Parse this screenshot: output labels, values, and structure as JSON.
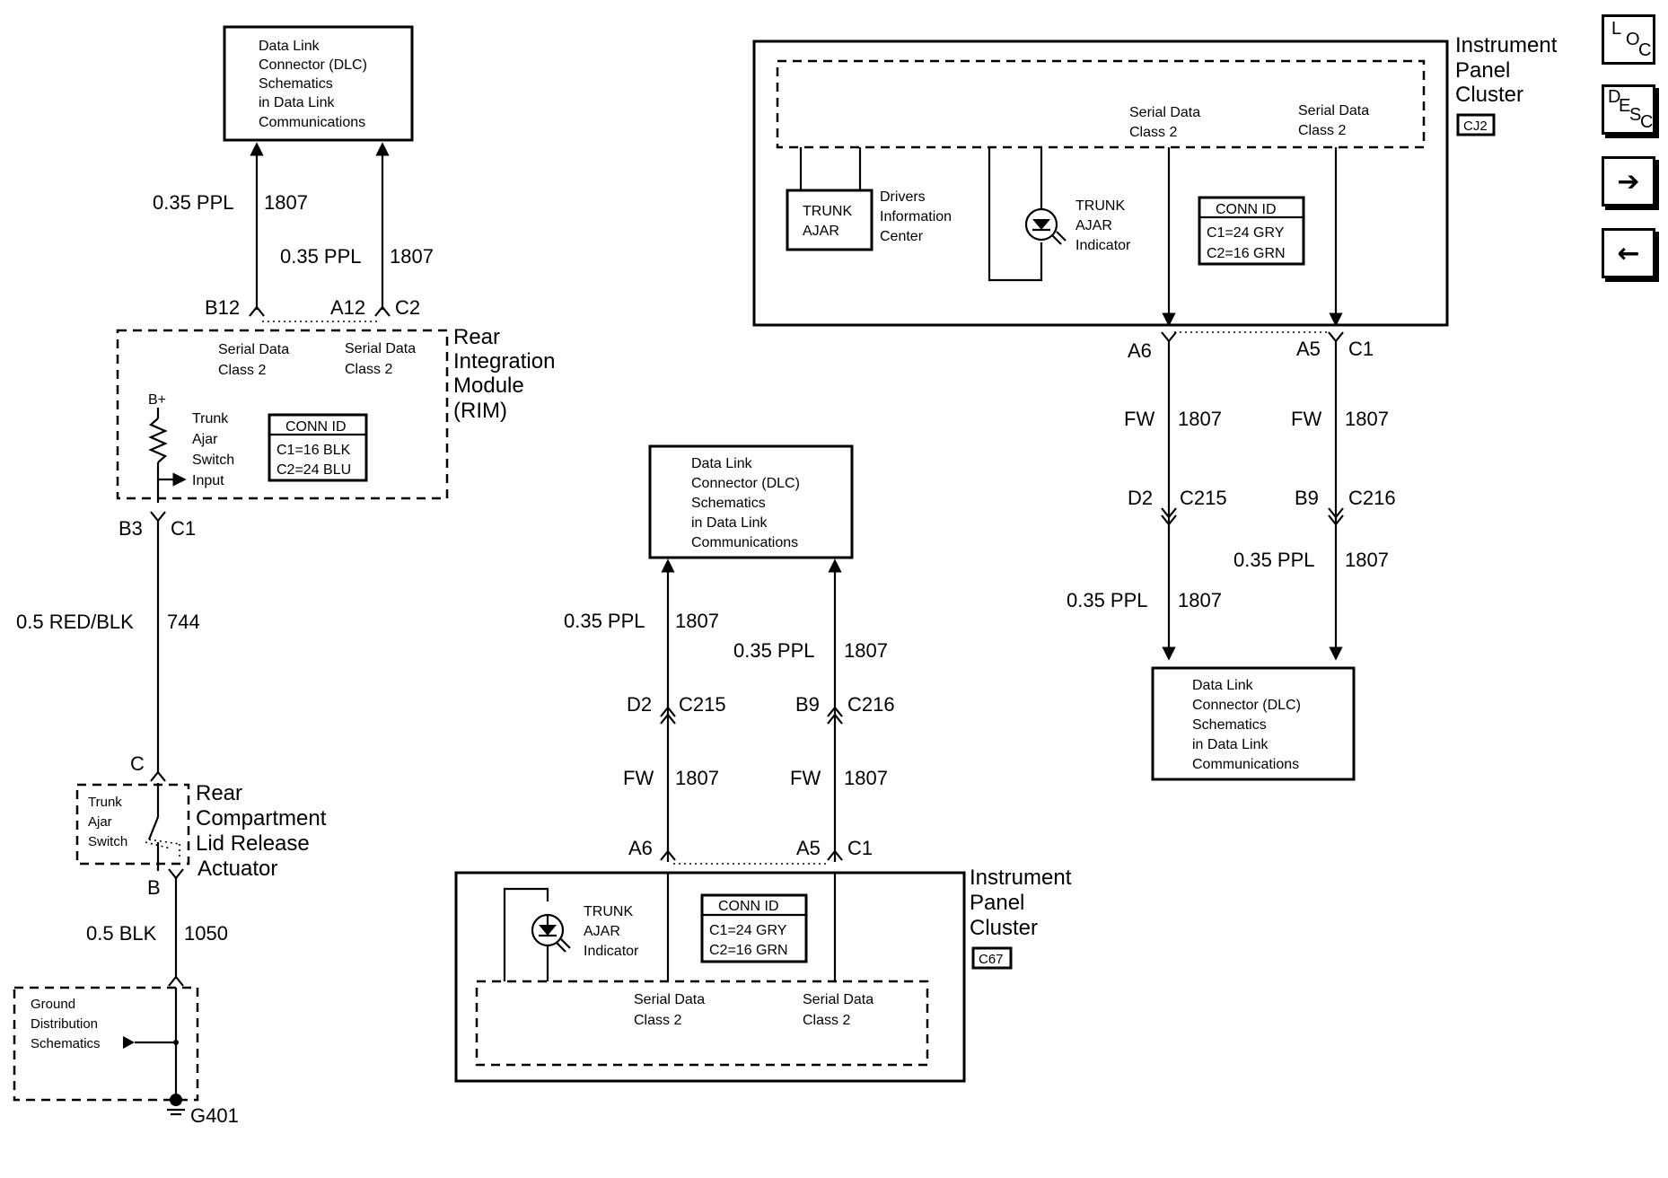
{
  "nav": {
    "loc": {
      "a": "L",
      "b": "O",
      "c": "C"
    },
    "desc": {
      "a": "D",
      "b": "E",
      "c": "S",
      "d": "C"
    },
    "next_glyph": "➔",
    "prev_glyph": "←"
  },
  "dlc_box": [
    "Data Link",
    "Connector (DLC)",
    "Schematics",
    "in Data Link",
    "Communications"
  ],
  "rim": {
    "name": [
      "Rear",
      "Integration",
      "Module",
      "(RIM)"
    ],
    "sd": [
      "Serial Data",
      "Class 2"
    ],
    "bplus": "B+",
    "switch_in": [
      "Trunk",
      "Ajar",
      "Switch",
      "Input"
    ],
    "conn_id": "CONN ID",
    "c1": "C1=16 BLK",
    "c2": "C2=24 BLU"
  },
  "left_wires": {
    "w1": {
      "gauge": "0.35 PPL",
      "circuit": "1807"
    },
    "w2": {
      "gauge": "0.35 PPL",
      "circuit": "1807"
    },
    "pin_b12": "B12",
    "pin_a12": "A12",
    "conn_c2": "C2",
    "pin_b3": "B3",
    "conn_c1": "C1",
    "w3": {
      "gauge": "0.5 RED/BLK",
      "circuit": "744"
    },
    "pin_c": "C",
    "pin_b": "B",
    "w4": {
      "gauge": "0.5 BLK",
      "circuit": "1050"
    },
    "ground": "G401"
  },
  "actuator": {
    "name": [
      "Rear",
      "Compartment",
      "Lid Release",
      "Actuator"
    ],
    "switch": [
      "Trunk",
      "Ajar",
      "Switch"
    ]
  },
  "ground_box": [
    "Ground",
    "Distribution",
    "Schematics"
  ],
  "middle": {
    "w1": {
      "gauge": "0.35 PPL",
      "circuit": "1807"
    },
    "w2": {
      "gauge": "0.35 PPL",
      "circuit": "1807"
    },
    "pin_d2": "D2",
    "conn_c215": "C215",
    "pin_b9": "B9",
    "conn_c216": "C216",
    "fw1": {
      "gauge": "FW",
      "circuit": "1807"
    },
    "fw2": {
      "gauge": "FW",
      "circuit": "1807"
    },
    "pin_a6": "A6",
    "pin_a5": "A5",
    "conn_c1": "C1",
    "ipc": {
      "name": [
        "Instrument",
        "Panel",
        "Cluster"
      ],
      "tag": "C67"
    },
    "indicator": [
      "TRUNK",
      "AJAR",
      "Indicator"
    ],
    "conn_id": "CONN ID",
    "c1": "C1=24 GRY",
    "c2": "C2=16 GRN",
    "sd": [
      "Serial Data",
      "Class 2"
    ]
  },
  "right": {
    "ipc": {
      "name": [
        "Instrument",
        "Panel",
        "Cluster"
      ],
      "tag": "CJ2"
    },
    "sd": [
      "Serial Data",
      "Class 2"
    ],
    "dic_box": [
      "TRUNK",
      "AJAR"
    ],
    "dic": [
      "Drivers",
      "Information",
      "Center"
    ],
    "indicator": [
      "TRUNK",
      "AJAR",
      "Indicator"
    ],
    "conn_id": "CONN ID",
    "c1": "C1=24 GRY",
    "c2": "C2=16 GRN",
    "pin_a6": "A6",
    "pin_a5": "A5",
    "conn_c1": "C1",
    "fw1": {
      "gauge": "FW",
      "circuit": "1807"
    },
    "fw2": {
      "gauge": "FW",
      "circuit": "1807"
    },
    "pin_d2": "D2",
    "conn_c215": "C215",
    "pin_b9": "B9",
    "conn_c216": "C216",
    "w1": {
      "gauge": "0.35 PPL",
      "circuit": "1807"
    },
    "w2": {
      "gauge": "0.35 PPL",
      "circuit": "1807"
    }
  }
}
